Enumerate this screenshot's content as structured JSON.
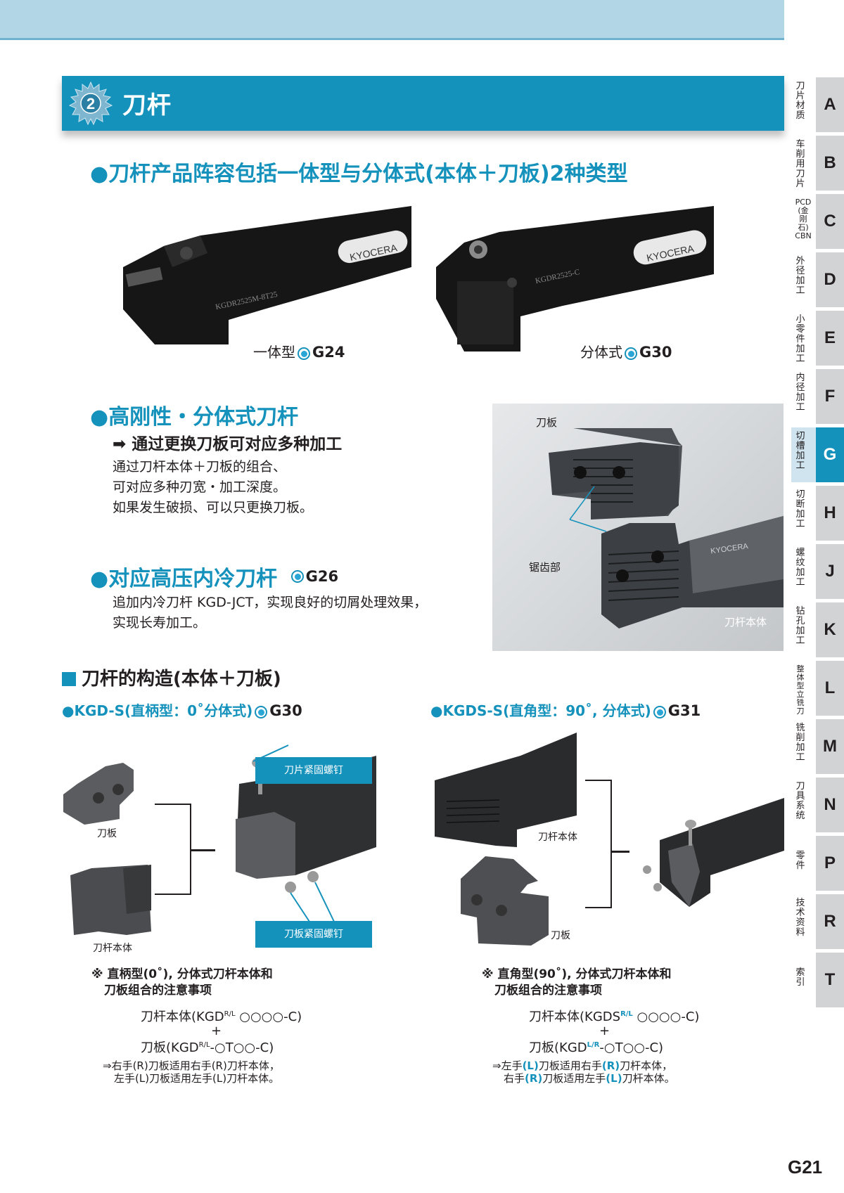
{
  "header": {
    "section_number": "2",
    "title": "刀杆"
  },
  "intro": {
    "title": "刀杆产品阵容包括一体型与分体式(本体＋刀板)2种类型",
    "products": [
      {
        "label": "一体型",
        "ref": "G24",
        "engraving": "KGDR2525M-8T25",
        "brand": "KYOCERA"
      },
      {
        "label": "分体式",
        "ref": "G30",
        "engraving": "KGDR2525-C",
        "brand": "KYOCERA"
      }
    ]
  },
  "feature_rigid": {
    "title": "高刚性・分体式刀杆",
    "subtitle": "通过更换刀板可对应多种加工",
    "body": [
      "通过刀杆本体＋刀板的组合、",
      "可对应多种刃宽・加工深度。",
      "如果发生破损、可以只更换刀板。"
    ]
  },
  "photo": {
    "labels": {
      "plate": "刀板",
      "serration": "锯齿部",
      "body": "刀杆本体"
    }
  },
  "feature_coolant": {
    "title": "对应高压内冷刀杆",
    "ref": "G26",
    "body": [
      "追加内冷刀杆 KGD-JCT，实现良好的切屑处理效果，",
      "实现长寿加工。"
    ]
  },
  "structure": {
    "title": "刀杆的构造(本体＋刀板)",
    "left": {
      "heading": "KGD-S(直柄型：0˚分体式)",
      "ref": "G30",
      "labels": {
        "plate": "刀板",
        "body": "刀杆本体",
        "insert_screw": "刀片紧固螺钉",
        "plate_screw": "刀板紧固螺钉"
      },
      "note_title": [
        "※ 直柄型(0˚), 分体式刀杆本体和",
        "刀板组合的注意事项"
      ],
      "formula_body": "刀杆本体(KGD",
      "formula_body_sup": "R/L",
      "formula_body_tail": " ○○○○-C)",
      "formula_plus": "+",
      "formula_plate": "刀板(KGD",
      "formula_plate_sup": "R/L",
      "formula_plate_tail": "-○T○○-C)",
      "rule": [
        "⇒右手(R)刀板适用右手(R)刀杆本体，",
        "左手(L)刀板适用左手(L)刀杆本体。"
      ]
    },
    "right": {
      "heading": "KGDS-S(直角型：90˚, 分体式)",
      "ref": "G31",
      "labels": {
        "body": "刀杆本体",
        "plate": "刀板"
      },
      "note_title": [
        "※ 直角型(90˚), 分体式刀杆本体和",
        "刀板组合的注意事项"
      ],
      "formula_body": "刀杆本体(KGDS",
      "formula_body_sup": "R/L",
      "formula_body_tail": " ○○○○-C)",
      "formula_plus": "+",
      "formula_plate": "刀板(KGD",
      "formula_plate_sup": "L/R",
      "formula_plate_tail": "-○T○○-C)",
      "rule_line1": {
        "a": "⇒左手",
        "b": "(L)",
        "c": "刀板适用右手",
        "d": "(R)",
        "e": "刀杆本体，"
      },
      "rule_line2": {
        "a": "右手",
        "b": "(R)",
        "c": "刀板适用左手",
        "d": "(L)",
        "e": "刀杆本体。"
      }
    }
  },
  "tabs": [
    {
      "letter": "A",
      "label": "刀片材质"
    },
    {
      "letter": "B",
      "label": "车削用刀片"
    },
    {
      "letter": "C",
      "label": "PCD(金刚石) CBN"
    },
    {
      "letter": "D",
      "label": "外径加工"
    },
    {
      "letter": "E",
      "label": "小零件加工"
    },
    {
      "letter": "F",
      "label": "内径加工"
    },
    {
      "letter": "G",
      "label": "切槽加工",
      "active": true
    },
    {
      "letter": "H",
      "label": "切断加工"
    },
    {
      "letter": "J",
      "label": "螺纹加工"
    },
    {
      "letter": "K",
      "label": "钻孔加工"
    },
    {
      "letter": "L",
      "label": "整体型立铣刀"
    },
    {
      "letter": "M",
      "label": "铣削加工"
    },
    {
      "letter": "N",
      "label": "刀具系统"
    },
    {
      "letter": "P",
      "label": "零件"
    },
    {
      "letter": "R",
      "label": "技术资料"
    },
    {
      "letter": "T",
      "label": "索引"
    }
  ],
  "colors": {
    "accent": "#1592bc",
    "band": "#b2d6e6",
    "tab_gray": "#d2d3d5"
  },
  "page_number": "G21"
}
